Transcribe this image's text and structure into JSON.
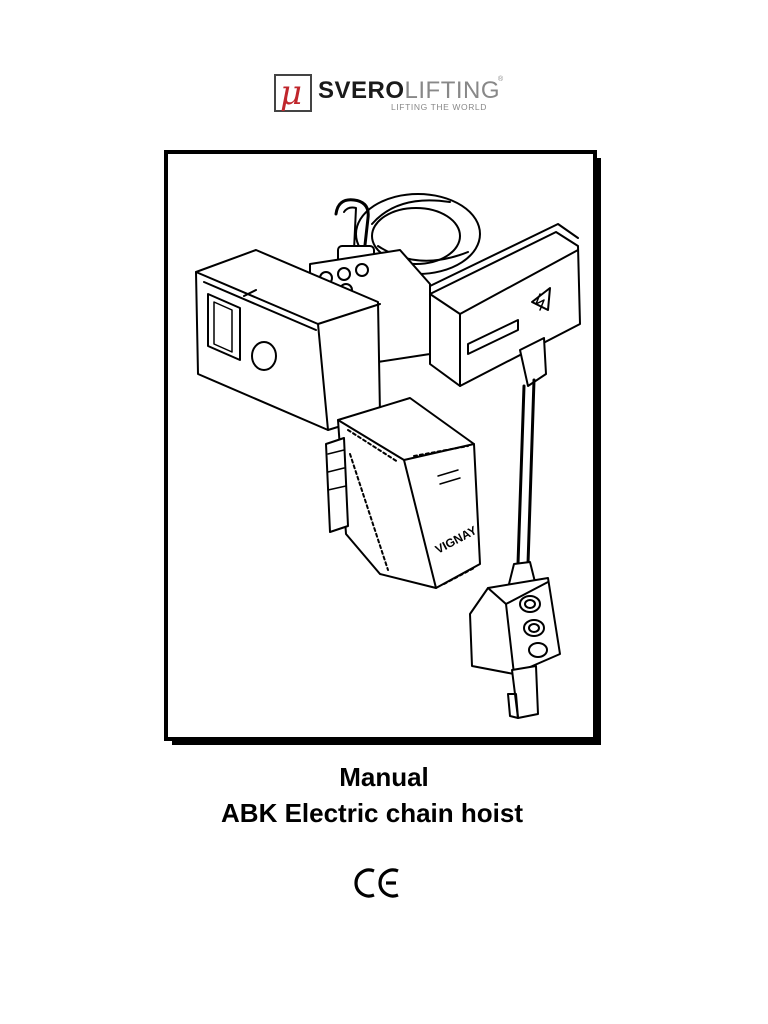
{
  "logo": {
    "mark": "μ",
    "brand_bold": "SVERO",
    "brand_light": "LIFTING",
    "tagline": "LIFTING THE WORLD",
    "trademark": "®"
  },
  "illustration": {
    "brand_on_housing": "VIGNAY",
    "icon": "electric-chain-hoist-line-drawing"
  },
  "title": {
    "line1": "Manual",
    "line2": "ABK Electric chain hoist"
  },
  "marking": {
    "icon": "ce-mark"
  }
}
